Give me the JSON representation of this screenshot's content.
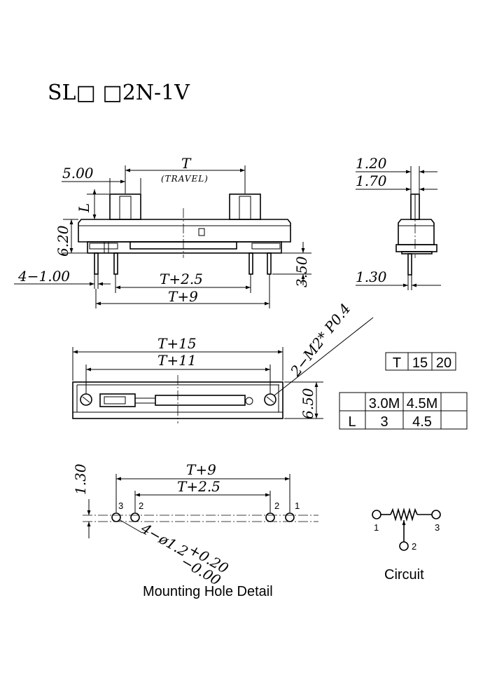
{
  "title": "SL□ □2N-1V",
  "front_view": {
    "dim_5": "5.00",
    "dim_T": "T",
    "travel": "(TRAVEL)",
    "dim_L": "L",
    "dim_620": "6.20",
    "dim_350": "3.50",
    "dim_4x100": "4−1.00",
    "dim_T25": "T+2.5",
    "dim_T9": "T+9"
  },
  "side_view": {
    "dim_120": "1.20",
    "dim_170": "1.70",
    "dim_130": "1.30"
  },
  "top_view": {
    "dim_T15": "T+15",
    "dim_T11": "T+11",
    "dim_650": "6.50",
    "screw_note": "2−M2* P0.4"
  },
  "table_T": {
    "header": "T",
    "values": [
      "15",
      "20"
    ]
  },
  "table_L": {
    "header_row": [
      "",
      "3.0M",
      "4.5M",
      ""
    ],
    "row": [
      "L",
      "3",
      "4.5",
      ""
    ]
  },
  "mounting": {
    "dim_130": "1.30",
    "dim_T9": "T+9",
    "dim_T25": "T+2.5",
    "pin_labels": [
      "3",
      "2",
      "2",
      "1"
    ],
    "hole_note": "4−ø1.2",
    "tol_plus": "+0.20",
    "tol_minus": "−0.00",
    "caption": "Mounting Hole Detail"
  },
  "circuit": {
    "pin1": "1",
    "pin2": "2",
    "pin3": "3",
    "caption": "Circuit"
  }
}
